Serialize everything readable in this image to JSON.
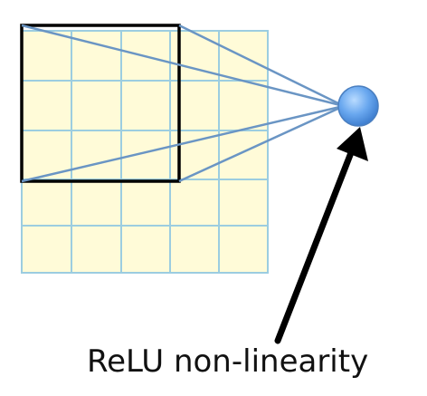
{
  "diagram": {
    "caption": "ReLU non-linearity",
    "grid": {
      "rows": 5,
      "cols": 5,
      "fill_color": "#fffbd8",
      "line_color": "#9ccde0"
    },
    "receptive_field": {
      "rows": 3,
      "cols": 3,
      "border_color": "#000000"
    },
    "neuron": {
      "color": "#5c9be8",
      "label_icon": "node-circle"
    },
    "connections": {
      "count": 4,
      "color": "#6a95c4"
    },
    "arrow": {
      "color": "#000000",
      "label_icon": "arrow-up-right-icon"
    }
  }
}
